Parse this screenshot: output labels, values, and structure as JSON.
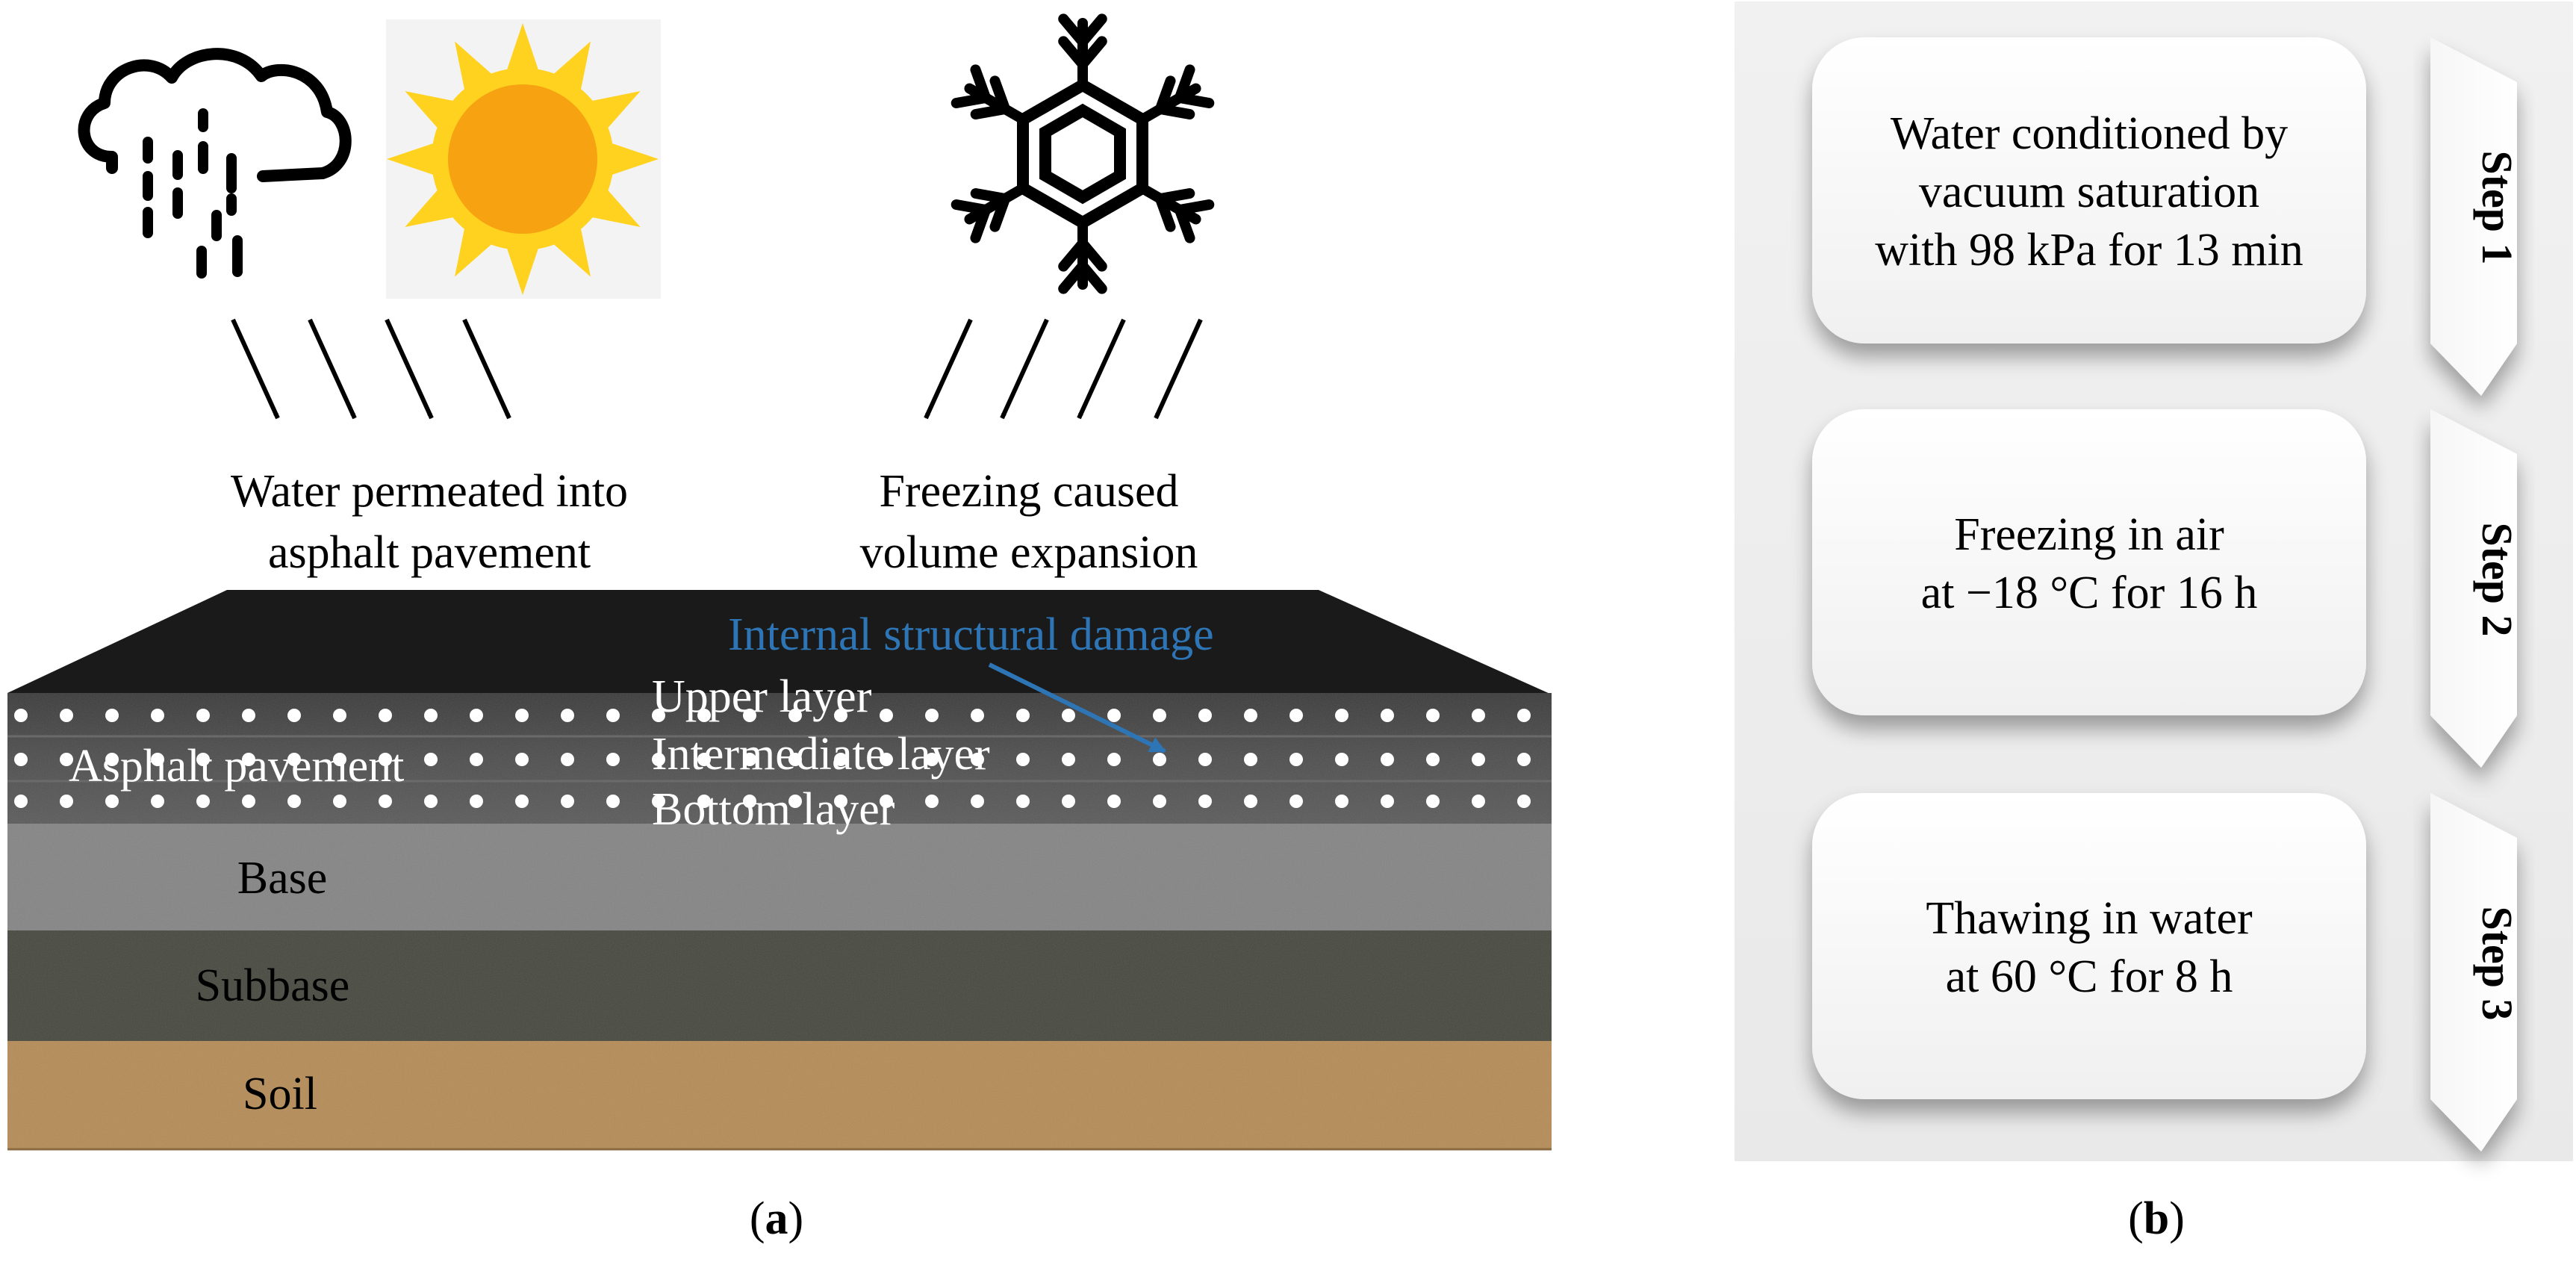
{
  "panel_a": {
    "left_caption": [
      "Water permeated into",
      "asphalt pavement"
    ],
    "right_caption": [
      "Freezing caused",
      "volume expansion"
    ],
    "damage_label": "Internal structural damage",
    "sublayers": {
      "upper": "Upper layer",
      "intermediate": "Intermediate layer",
      "bottom": "Bottom layer"
    },
    "layers": {
      "asphalt": "Asphalt pavement",
      "base": "Base",
      "subbase": "Subbase",
      "soil": "Soil"
    },
    "label": {
      "open": "(",
      "letter": "a",
      "close": ")"
    },
    "icons": [
      "rain-cloud-icon",
      "sun-icon",
      "snowflake-icon"
    ],
    "colors": {
      "damage_text": "#2E75B6",
      "asphalt_top": "#1A1A1A",
      "base": "#848484",
      "subbase": "#46473E",
      "soil": "#B58B56",
      "sun": "#F7A211",
      "sun_rays": "#FFD21F"
    }
  },
  "panel_b": {
    "steps": [
      {
        "tab": "Step 1",
        "lines": [
          "Water conditioned by",
          "vacuum saturation",
          "with 98 kPa for 13 min"
        ]
      },
      {
        "tab": "Step 2",
        "lines": [
          "Freezing in air",
          "at −18 °C for 16 h"
        ]
      },
      {
        "tab": "Step 3",
        "lines": [
          "Thawing in water",
          "at 60 °C for 8 h"
        ]
      }
    ],
    "label": {
      "open": "(",
      "letter": "b",
      "close": ")"
    }
  }
}
